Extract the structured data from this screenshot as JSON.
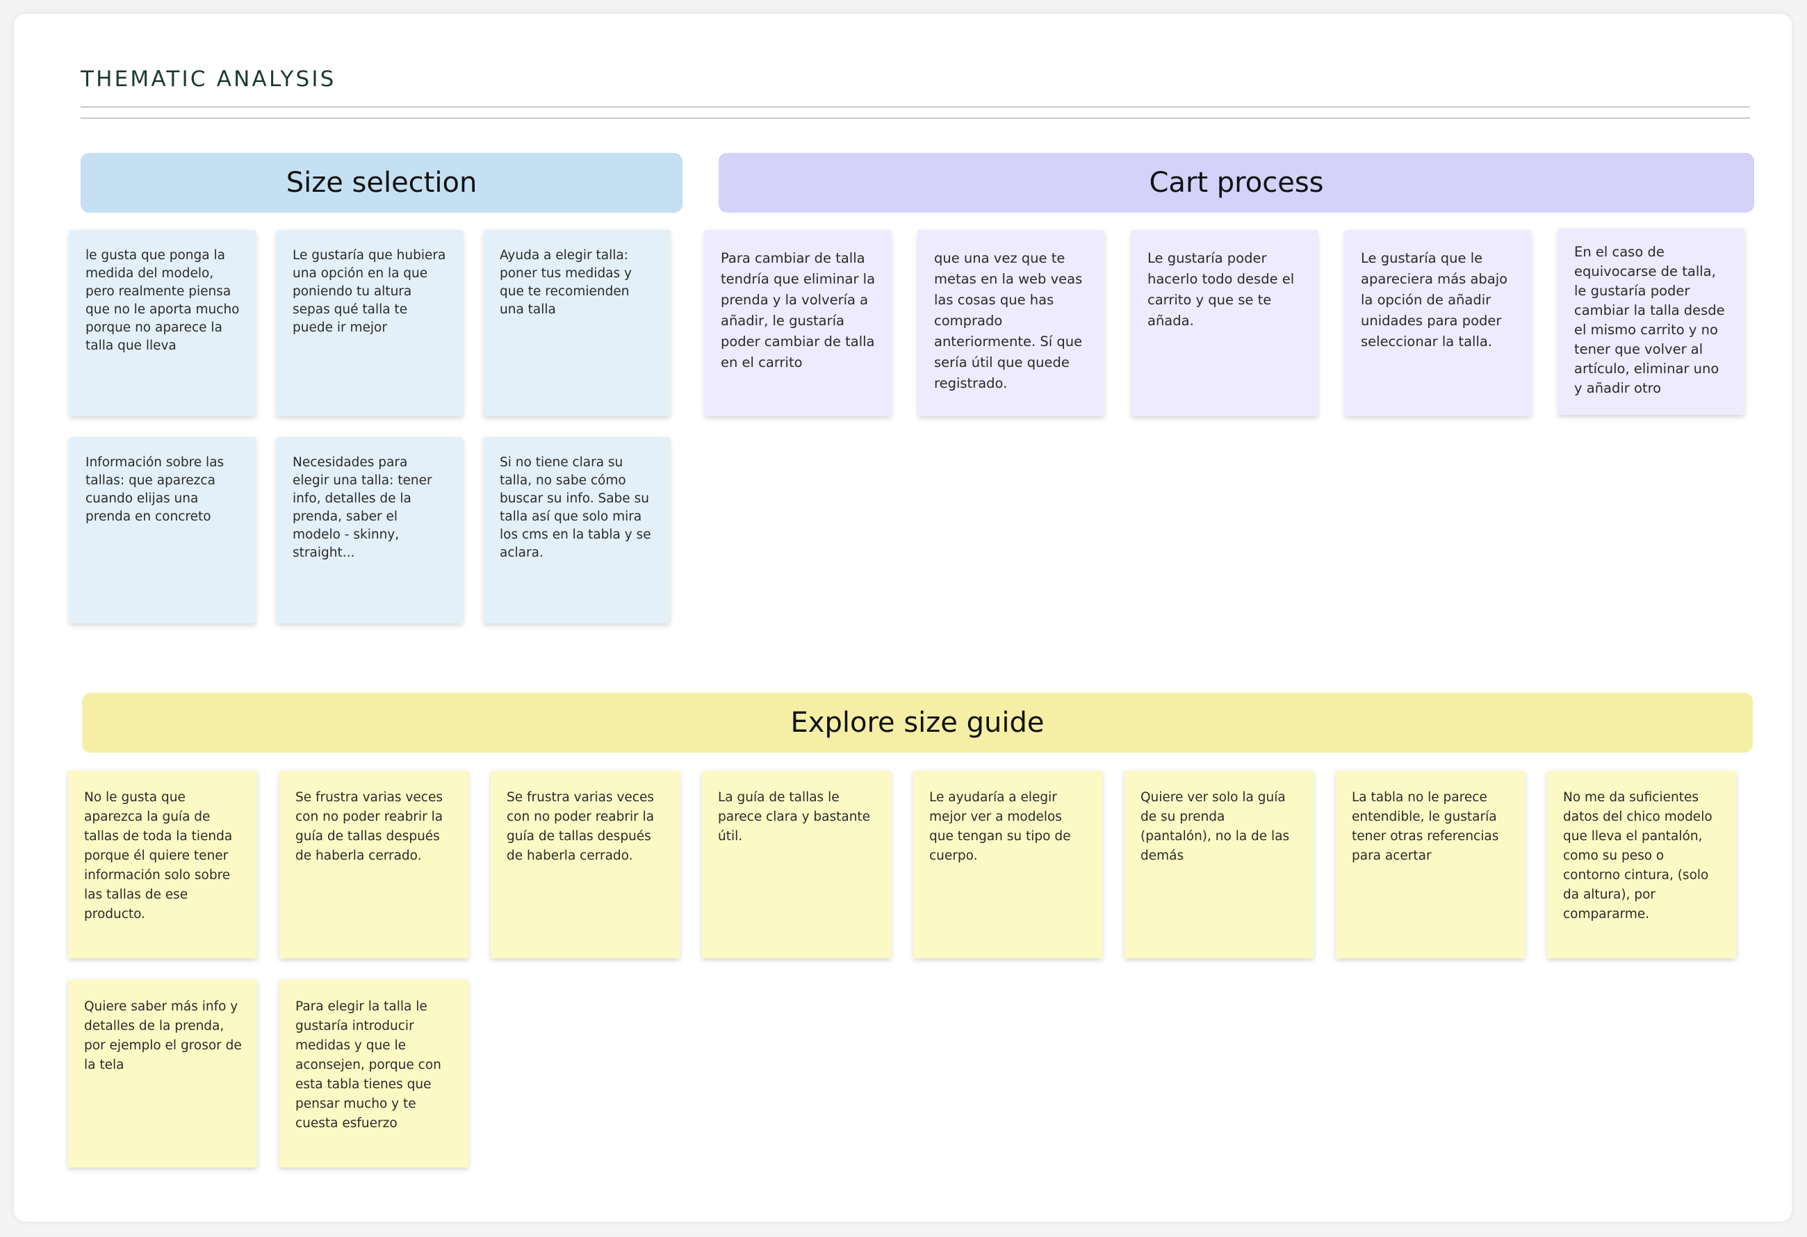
{
  "board": {
    "title": "THEMATIC ANALYSIS"
  },
  "groups": {
    "size_selection": {
      "title": "Size selection",
      "color": "#c6e0f3",
      "notes": [
        "le gusta que ponga la medida del modelo, pero realmente piensa que no le aporta mucho porque no aparece la talla que lleva",
        "Le gustaría que hubiera una opción en la que poniendo tu altura sepas qué talla te puede ir mejor",
        "Ayuda a elegir talla: poner tus medidas y que te recomienden una talla",
        "Información sobre las tallas: que aparezca cuando elijas una prenda en concreto",
        "Necesidades para elegir una talla: tener info, detalles de la prenda, saber el modelo - skinny, straight...",
        "Si no tiene clara su talla, no sabe cómo buscar su info. Sabe su talla así que solo mira los cms en la tabla y se aclara."
      ]
    },
    "cart_process": {
      "title": "Cart process",
      "color": "#d4d1fa",
      "notes": [
        "Para cambiar de talla tendría que eliminar la prenda y la volvería a añadir, le gustaría poder cambiar de talla en el carrito",
        "que una vez que te metas en la web veas las cosas que has comprado anteriormente. Sí que sería útil que quede registrado.",
        "Le gustaría poder hacerlo todo desde el carrito y que se te añada.",
        "Le gustaría que le apareciera más abajo la opción de añadir unidades para poder seleccionar la talla.",
        "En el caso de equivocarse de talla, le gustaría poder cambiar la talla desde el mismo carrito y no tener que volver al artículo, eliminar uno y añadir otro"
      ]
    },
    "explore_size_guide": {
      "title": "Explore size guide",
      "color": "#f5efa6",
      "notes": [
        "No le gusta que aparezca la guía de tallas de toda la tienda porque él quiere tener información solo sobre las tallas de ese producto.",
        "Se frustra varias veces con no poder reabrir la guía de tallas después de haberla cerrado.",
        "Se frustra varias veces con no poder reabrir la guía de tallas después de haberla cerrado.",
        "La guía de tallas le parece clara y bastante útil.",
        "Le ayudaría a elegir mejor ver a modelos que tengan su tipo de cuerpo.",
        "Quiere ver solo la guía de su prenda (pantalón), no la de las demás",
        "La tabla no le parece entendible, le gustaría tener otras referencias para acertar",
        "No me da suficientes datos del chico modelo que lleva el pantalón, como su peso o contorno cintura, (solo da altura), por compararme.",
        "Quiere saber más info y detalles de la prenda, por ejemplo el grosor de la tela",
        "Para elegir la talla le gustaría introducir medidas y que le aconsejen, porque con esta tabla tienes que pensar mucho y te cuesta esfuerzo"
      ]
    }
  }
}
